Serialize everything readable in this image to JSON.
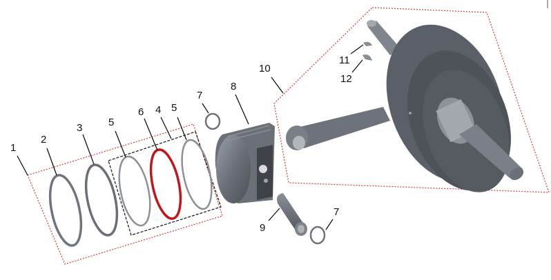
{
  "diagram": {
    "type": "exploded-parts-view",
    "subject": "piston and crankshaft assembly",
    "colors": {
      "part_gray": "#6e737b",
      "part_dark": "#4a4e55",
      "ring_gray": "#7a7f86",
      "highlight_ring": "#c0161c",
      "group_border_red": "#d9373b",
      "group_border_black": "#111111",
      "leader_line": "#111111"
    },
    "callouts": [
      {
        "id": "c1",
        "number": "1",
        "part": "piston ring set (group)"
      },
      {
        "id": "c2",
        "number": "2",
        "part": "top ring"
      },
      {
        "id": "c3",
        "number": "3",
        "part": "second ring"
      },
      {
        "id": "c5a",
        "number": "5",
        "part": "oil ring side rail"
      },
      {
        "id": "c6",
        "number": "6",
        "part": "oil ring spacer (highlighted)"
      },
      {
        "id": "c4",
        "number": "4",
        "part": "oil ring set (group)"
      },
      {
        "id": "c5b",
        "number": "5",
        "part": "oil ring side rail"
      },
      {
        "id": "c7a",
        "number": "7",
        "part": "piston pin clip"
      },
      {
        "id": "c8",
        "number": "8",
        "part": "piston"
      },
      {
        "id": "c9",
        "number": "9",
        "part": "piston pin"
      },
      {
        "id": "c7b",
        "number": "7",
        "part": "piston pin clip"
      },
      {
        "id": "c10",
        "number": "10",
        "part": "crankshaft assembly (group)"
      },
      {
        "id": "c11",
        "number": "11",
        "part": "woodruff key"
      },
      {
        "id": "c12",
        "number": "12",
        "part": "woodruff key"
      }
    ]
  }
}
